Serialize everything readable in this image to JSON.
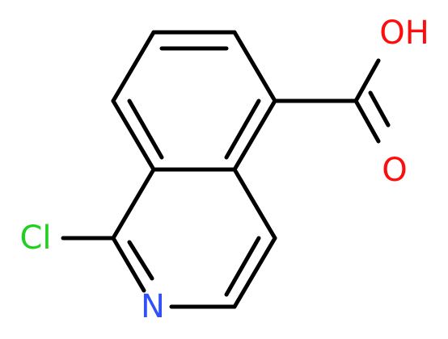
{
  "molecule": {
    "atoms": [
      {
        "id": "OH",
        "label": "OH",
        "color": "#ff0d0d"
      },
      {
        "id": "O",
        "label": "O",
        "color": "#ff0d0d"
      },
      {
        "id": "Cl",
        "label": "Cl",
        "color": "#1fd01f"
      },
      {
        "id": "N",
        "label": "N",
        "color": "#3050f8"
      }
    ]
  }
}
